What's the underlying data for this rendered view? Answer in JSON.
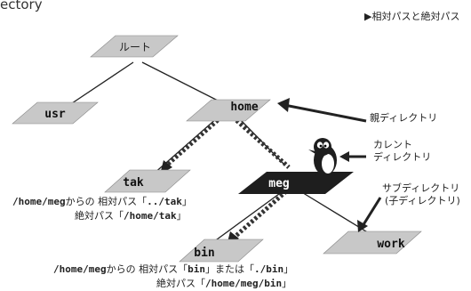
{
  "header": {
    "top_left_fragment": "ectory",
    "section_title": "▶相対パスと絶対パス"
  },
  "nodes": {
    "root": "ルート",
    "usr": "usr",
    "home": "home",
    "tak": "tak",
    "meg": "meg",
    "bin": "bin",
    "work": "work"
  },
  "labels": {
    "parent_dir": "親ディレクトリ",
    "current_dir_line1": "カレント",
    "current_dir_line2": "ディレクトリ",
    "sub_dir_line1": "サブディレクトリ",
    "sub_dir_line2": "(子ディレクトリ)"
  },
  "captions": {
    "tak": {
      "from_path": "/home/meg",
      "from_text": "からの 相対パス「",
      "relative_path": "../tak",
      "close": "」",
      "absolute_prefix": "絶対パス「",
      "absolute_path": "/home/tak",
      "absolute_close": "」"
    },
    "bin": {
      "from_path": "/home/meg",
      "from_text": "からの 相対パス「",
      "relative_path": "bin",
      "mid_text": "」または「",
      "relative_path_alt": "./bin",
      "close": "」",
      "absolute_prefix": "絶対パス「",
      "absolute_path": "/home/meg/bin",
      "absolute_close": "」"
    }
  },
  "colors": {
    "tile": "#c8c8c8",
    "tile_current": "#1e1e1e",
    "line": "#222222"
  }
}
